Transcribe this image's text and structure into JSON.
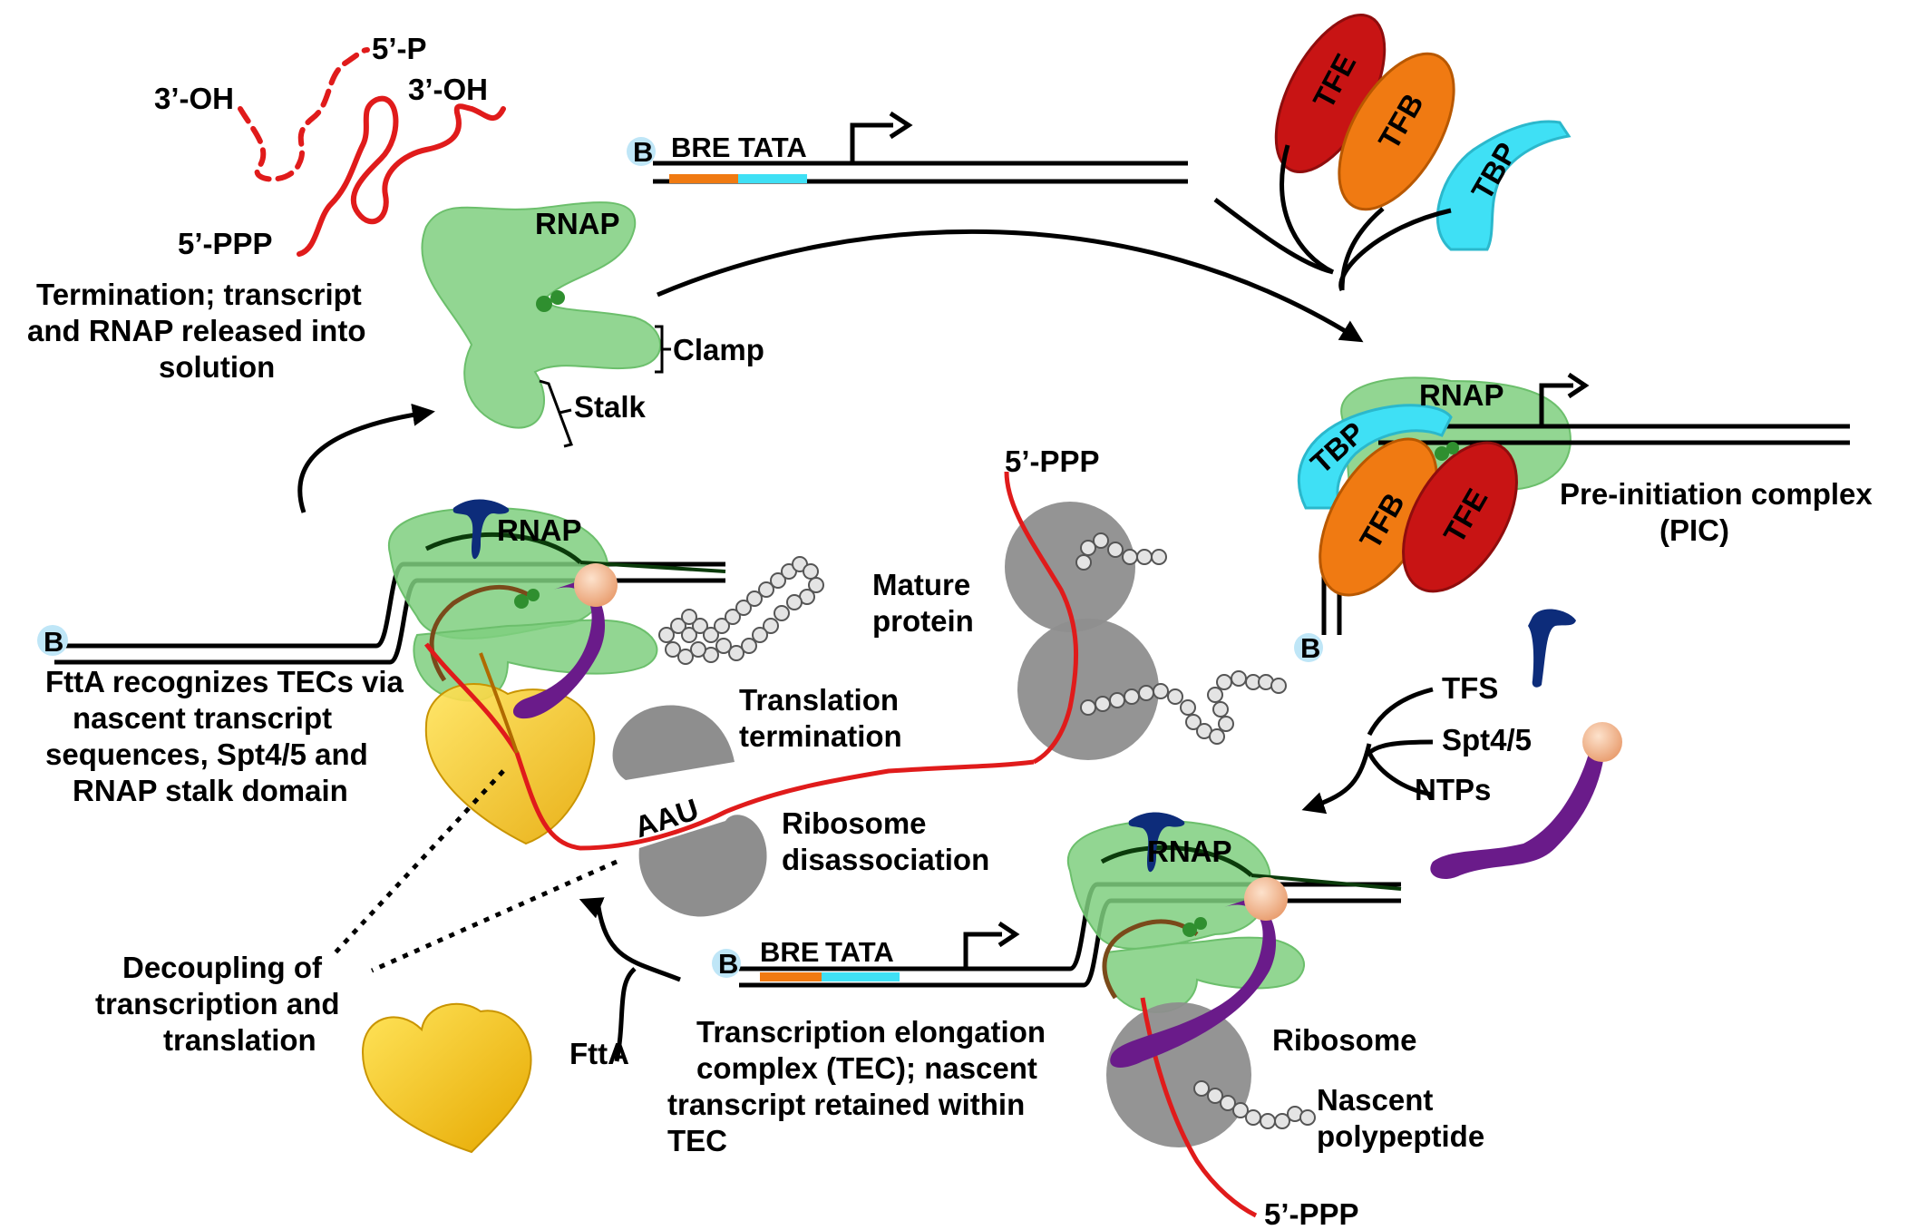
{
  "colors": {
    "rnap": "#7fcf7f",
    "rnap_edge": "#4ea24e",
    "rna": "#e01b1b",
    "tfe": "#c81414",
    "tfb": "#f07a12",
    "tbp": "#3fe0f5",
    "ribosome": "#8e8e8e",
    "ftta": "#f5c800",
    "tfs": "#0d2c7a",
    "spt45": "#6a1b8a",
    "spt45_head": "#f3b98f",
    "bre": "#f07a12",
    "tata": "#3fe0f5",
    "b_circle": "#bfe6f7"
  },
  "labels": {
    "three_oh_left": "3’-OH",
    "five_p": "5’-P",
    "three_oh_right": "3’-OH",
    "five_ppp_top": "5’-PPP",
    "rnap_free": "RNAP",
    "termination_1": "Termination; transcript",
    "termination_2": "and RNAP released into",
    "termination_3": "solution",
    "clamp": "Clamp",
    "stalk": "Stalk",
    "bre_top": "BRE",
    "tata_top": "TATA",
    "b_top": "B",
    "tfe_free": "TFE",
    "tfb_free": "TFB",
    "tbp_free": "TBP",
    "rnap_pic": "RNAP",
    "tbp_pic": "TBP",
    "tfb_pic": "TFB",
    "tfe_pic": "TFE",
    "b_pic": "B",
    "pic_1": "Pre-initiation complex",
    "pic_2": "(PIC)",
    "rnap_left": "RNAP",
    "b_left": "B",
    "five_ppp_middle": "5’-PPP",
    "mature_1": "Mature",
    "mature_2": "protein",
    "translation_term_1": "Translation",
    "translation_term_2": "termination",
    "aau": "AAU",
    "ribo_dis_1": "Ribosome",
    "ribo_dis_2": "disassociation",
    "ftta_rec_1": "FttA recognizes TECs via",
    "ftta_rec_2": "nascent transcript",
    "ftta_rec_3": "sequences, Spt4/5 and",
    "ftta_rec_4": "RNAP stalk domain",
    "decoupling_1": "Decoupling of",
    "decoupling_2": "transcription and",
    "decoupling_3": "translation",
    "ftta": "FttA",
    "tfs": "TFS",
    "spt45": "Spt4/5",
    "ntps": "NTPs",
    "rnap_tec": "RNAP",
    "bre_bottom": "BRE",
    "tata_bottom": "TATA",
    "b_bottom": "B",
    "tec_1": "Transcription elongation",
    "tec_2": "complex (TEC); nascent",
    "tec_3": "transcript retained within",
    "tec_4": "TEC",
    "ribosome": "Ribosome",
    "nascent_1": "Nascent",
    "nascent_2": "polypeptide",
    "five_ppp_bottom": "5’-PPP"
  }
}
